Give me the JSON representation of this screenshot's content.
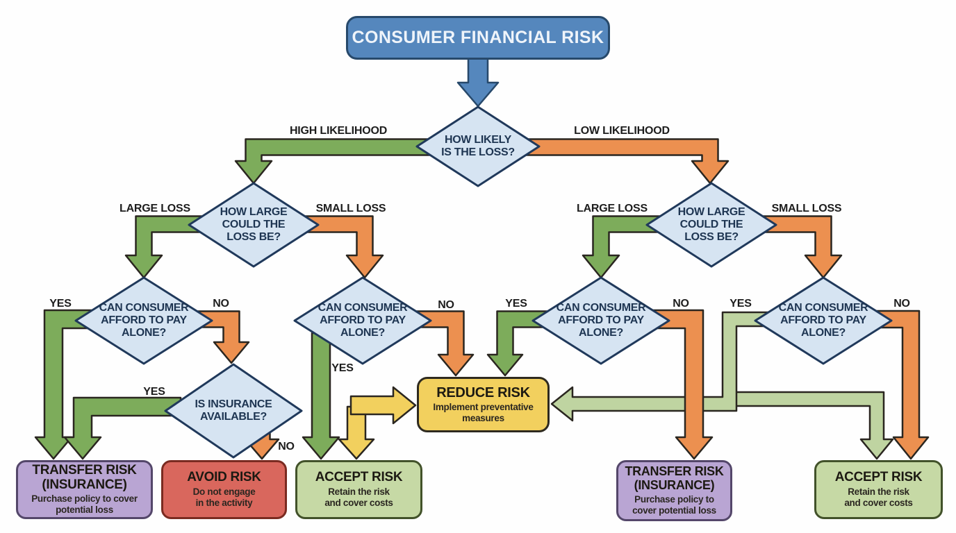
{
  "title": "CONSUMER FINANCIAL RISK",
  "decisions": {
    "likelihood": "HOW LIKELY\nIS THE LOSS?",
    "loss_size": "HOW LARGE\nCOULD THE\nLOSS BE?",
    "afford": "CAN CONSUMER\nAFFORD TO PAY\nALONE?",
    "insurance": "IS INSURANCE\nAVAILABLE?"
  },
  "labels": {
    "high_likelihood": "HIGH LIKELIHOOD",
    "low_likelihood": "LOW LIKELIHOOD",
    "large_loss": "LARGE LOSS",
    "small_loss": "SMALL LOSS",
    "yes": "YES",
    "no": "NO"
  },
  "outcomes": {
    "transfer_left": {
      "title": "TRANSFER RISK\n(INSURANCE)",
      "desc": "Purchase policy to cover\npotential loss"
    },
    "avoid": {
      "title": "AVOID RISK",
      "desc": "Do not engage\nin the activity"
    },
    "accept_left": {
      "title": "ACCEPT RISK",
      "desc": "Retain the risk\nand cover costs"
    },
    "reduce": {
      "title": "REDUCE RISK",
      "desc": "Implement preventative\nmeasures"
    },
    "transfer_right": {
      "title": "TRANSFER RISK\n(INSURANCE)",
      "desc": "Purchase policy to\ncover potential loss"
    },
    "accept_right": {
      "title": "ACCEPT RISK",
      "desc": "Retain the risk\nand cover costs"
    }
  },
  "colors": {
    "root_blue": "#5587bd",
    "root_border": "#27496b",
    "diamond_fill": "#d6e4f2",
    "diamond_border": "#20395b",
    "arrow_blue": "#5587bd",
    "arrow_green": "#7dac5b",
    "arrow_orange": "#ec9050",
    "arrow_light_green": "#bfd4a1",
    "arrow_yellow": "#f2d05e",
    "outline_dark": "#2a2620",
    "box_purple": "#b9a5d3",
    "box_red": "#d9675d",
    "box_green": "#c6d9a5",
    "box_yellow": "#f2d05e"
  }
}
